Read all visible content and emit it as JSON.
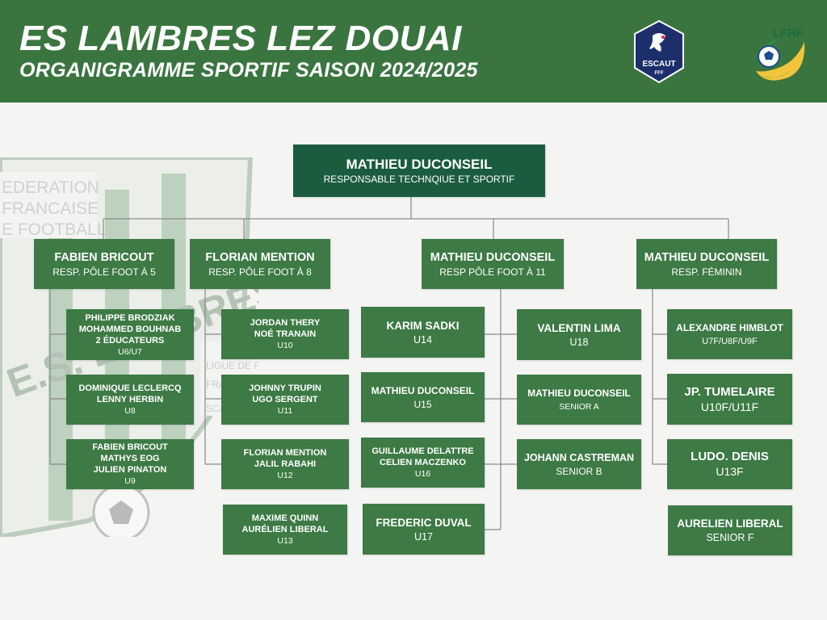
{
  "header": {
    "title": "ES LAMBRES LEZ DOUAI",
    "subtitle": "ORGANIGRAMME SPORTIF SAISON 2024/2025",
    "logo_escaut_label": "ESCAUT",
    "logo_escaut_sub": "FFF",
    "logo_lfhf_label": "LFHF"
  },
  "watermark": {
    "line1": "EDERATION",
    "line2": "FRANCAISE",
    "line3": "E FOOTBALL",
    "crest": "E.S. LAMBRES",
    "ligue1": "LIGUE DE FOOTBALL",
    "ligue2": "FRA",
    "ligue3": "SCA"
  },
  "colors": {
    "header": "#3a7540",
    "box": "#3d7a45",
    "top_box": "#1b5c3e",
    "line": "#8a8a8a"
  },
  "top": {
    "name": "MATHIEU DUCONSEIL",
    "role": "RESPONSABLE TECHNQIUE ET SPORTIF"
  },
  "heads": [
    {
      "name": "FABIEN BRICOUT",
      "role": "RESP. PÔLE FOOT À 5"
    },
    {
      "name": "FLORIAN MENTION",
      "role": "RESP. PÔLE FOOT À 8"
    },
    {
      "name": "MATHIEU DUCONSEIL",
      "role": "RESP PÔLE FOOT À 11"
    },
    {
      "name": "MATHIEU DUCONSEIL",
      "role": "RESP. FÉMININ"
    }
  ],
  "foot5": [
    {
      "lines": [
        "PHILIPPE BRODZIAK",
        "MOHAMMED BOUHNAB",
        "2 ÉDUCATEURS"
      ],
      "category": "U6/U7"
    },
    {
      "lines": [
        "DOMINIQUE LECLERCQ",
        "LENNY HERBIN"
      ],
      "category": "U8"
    },
    {
      "lines": [
        "FABIEN BRICOUT",
        "MATHYS EOG",
        "JULIEN PINATON"
      ],
      "category": "U9"
    }
  ],
  "foot8": [
    {
      "lines": [
        "JORDAN THERY",
        "NOÉ TRANAIN"
      ],
      "category": "U10"
    },
    {
      "lines": [
        "JOHNNY TRUPIN",
        "UGO SERGENT"
      ],
      "category": "U11"
    },
    {
      "lines": [
        "FLORIAN MENTION",
        "JALIL RABAHI"
      ],
      "category": "U12"
    },
    {
      "lines": [
        "MAXIME QUINN",
        "AURÉLIEN LIBERAL"
      ],
      "category": "U13"
    }
  ],
  "foot11_left": [
    {
      "name": "KARIM SADKI",
      "category": "U14"
    },
    {
      "name": "MATHIEU DUCONSEIL",
      "category": "U15"
    },
    {
      "lines": [
        "GUILLAUME DELATTRE",
        "CELIEN MACZENKO"
      ],
      "category": "U16"
    },
    {
      "name": "FREDERIC DUVAL",
      "category": "U17"
    }
  ],
  "foot11_right": [
    {
      "name": "VALENTIN LIMA",
      "category": "U18"
    },
    {
      "name": "MATHIEU DUCONSEIL",
      "category": "SENIOR A"
    },
    {
      "name": "JOHANN  CASTREMAN",
      "category": "SENIOR B"
    }
  ],
  "feminin": [
    {
      "name": "ALEXANDRE HIMBLOT",
      "category": "U7F/U8F/U9F"
    },
    {
      "name": "JP. TUMELAIRE",
      "category": "U10F/U11F"
    },
    {
      "name": "LUDO. DENIS",
      "category": "U13F"
    },
    {
      "name": "AURELIEN LIBERAL",
      "category": "SENIOR F"
    }
  ]
}
